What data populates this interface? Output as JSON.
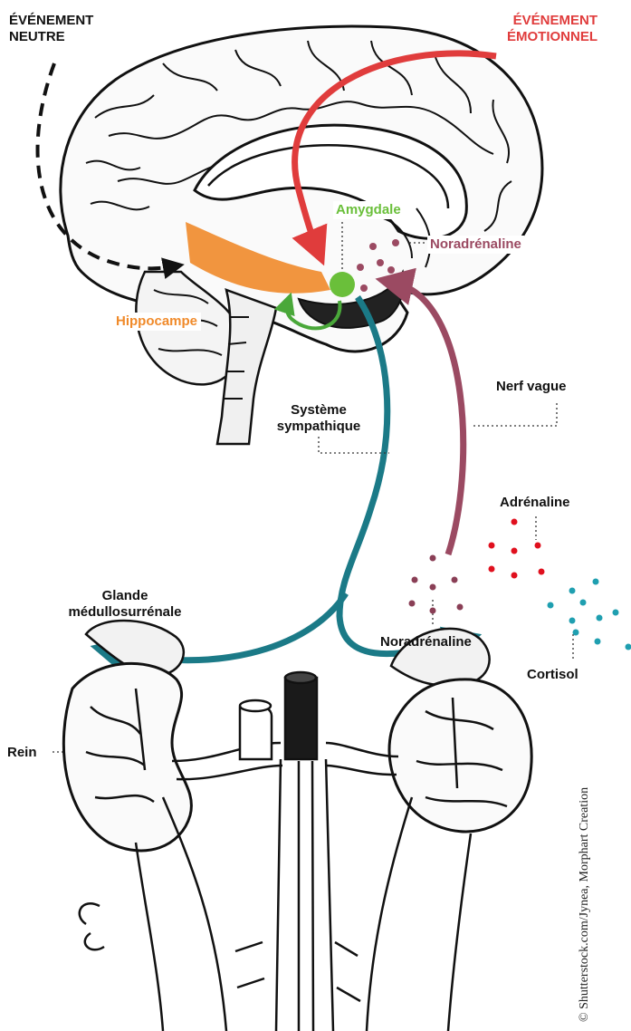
{
  "labels": {
    "neutral_event": "ÉVÉNEMENT\nNEUTRE",
    "emotional_event": "ÉVÉNEMENT\nÉMOTIONNEL",
    "amygdala": "Amygdale",
    "noradrenaline_brain": "Noradrénaline",
    "hippocampus": "Hippocampe",
    "vagus_nerve": "Nerf vague",
    "sympathetic_system": "Système\nsympathique",
    "adrenaline": "Adrénaline",
    "adrenal_gland": "Glande\nmédullosurrénale",
    "noradrenaline_body": "Noradrénaline",
    "cortisol": "Cortisol",
    "kidney": "Rein"
  },
  "credit": "© Shutterstock.com/Jynea, Morphart Creation",
  "colors": {
    "emotional": "#e03c3c",
    "amygdala": "#6abf3a",
    "noradrenaline": "#9b4a62",
    "hippocampus": "#f08a2a",
    "sympathetic": "#1b7a87",
    "adrenaline": "#e0101e",
    "cortisol": "#1f9fb0",
    "neutral": "#111111"
  }
}
